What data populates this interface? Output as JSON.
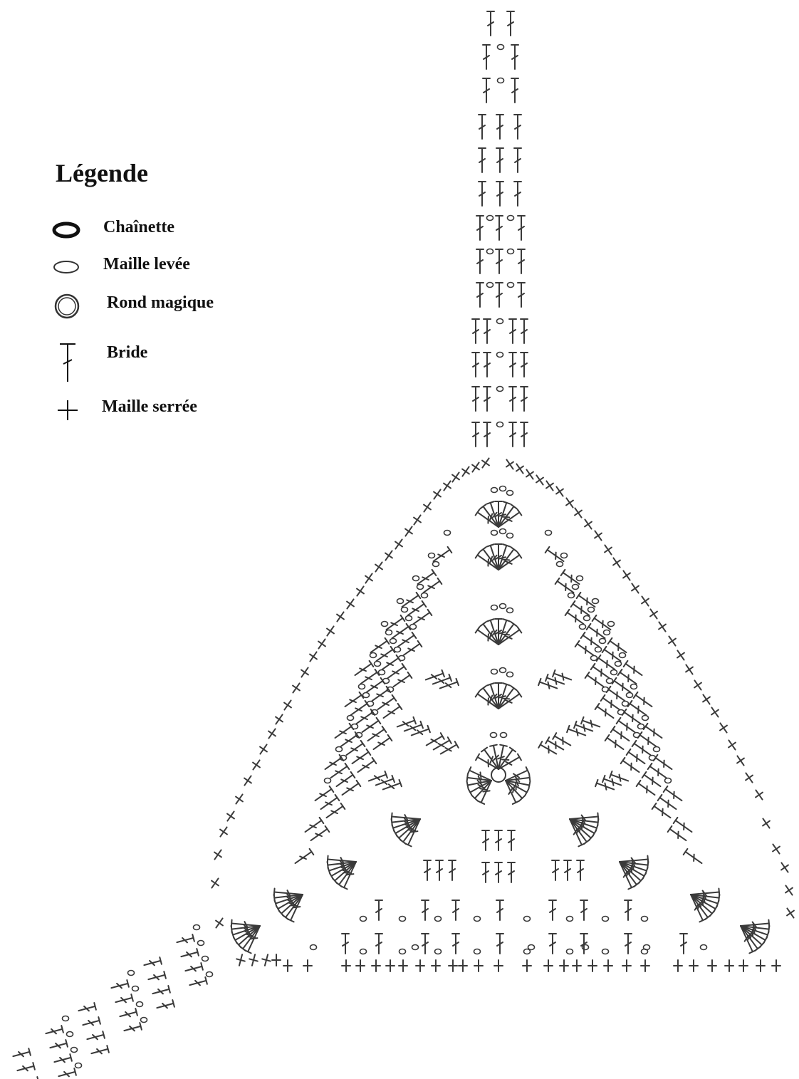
{
  "legend": {
    "title": "Légende",
    "items": [
      {
        "icon": "chain-icon",
        "label": "Chaînette"
      },
      {
        "icon": "slip-stitch-icon",
        "label": "Maille levée"
      },
      {
        "icon": "magic-ring-icon",
        "label": "Rond magique"
      },
      {
        "icon": "double-crochet-icon",
        "label": "Bride"
      },
      {
        "icon": "single-crochet-icon",
        "label": "Maille serrée"
      }
    ]
  },
  "colors": {
    "text": "#111111",
    "stitch": "#3a3a3a"
  }
}
